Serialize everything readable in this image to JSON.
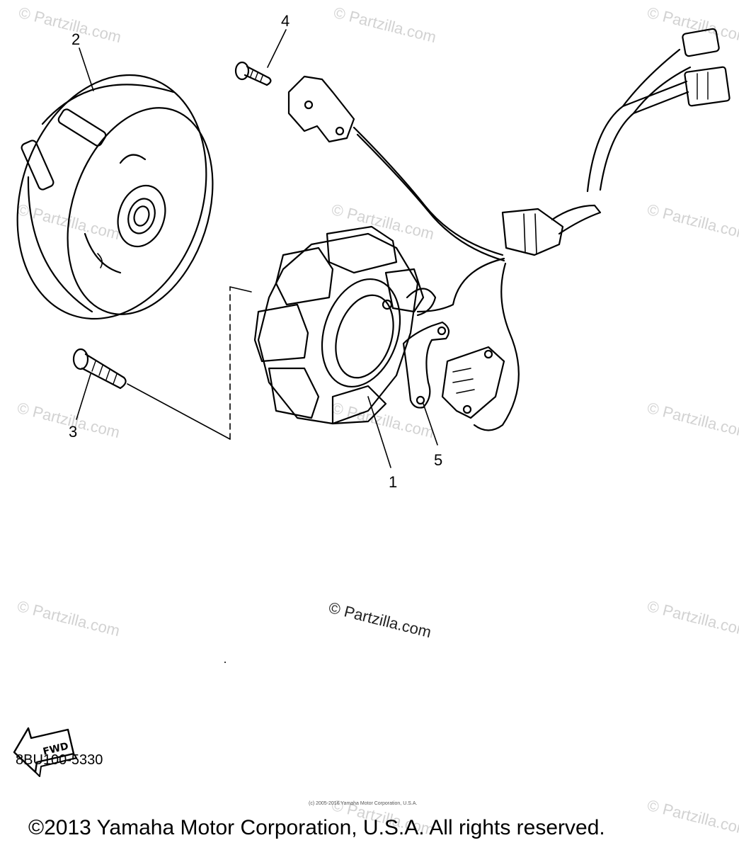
{
  "watermark": "© Partzilla.com",
  "center_watermark": "© Partzilla.com",
  "callouts": {
    "part1": "1",
    "part2": "2",
    "part3": "3",
    "part4": "4",
    "part5": "5"
  },
  "fwd_label": "FWD",
  "diagram_code": "8BU100-5330",
  "tiny_copyright": "(c) 2005-2016 Yamaha Motor Corporation, U.S.A.",
  "copyright": "©2013 Yamaha Motor Corporation, U.S.A. All rights reserved."
}
